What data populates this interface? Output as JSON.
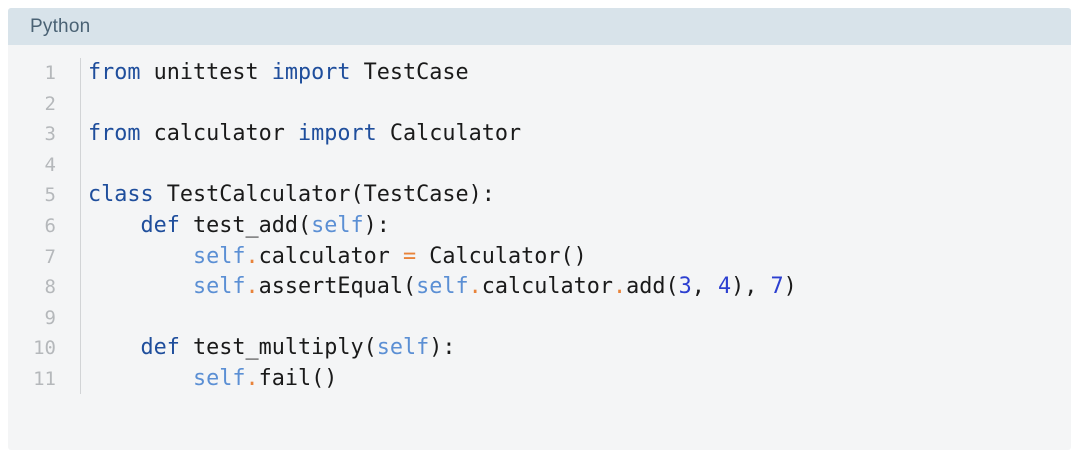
{
  "panel": {
    "language_label": "Python",
    "header_bg": "#d8e3ea",
    "body_bg": "#f4f5f6",
    "header_text_color": "#4a6274"
  },
  "syntax_colors": {
    "keyword": "#1f4e9c",
    "self": "#5b8fd4",
    "operator": "#e8833a",
    "number": "#2c3fd0",
    "plain": "#1a1a1a",
    "line_number": "#b5b8bb"
  },
  "code": {
    "language": "python",
    "line_count": 11,
    "plain_text": "from unittest import TestCase\n\nfrom calculator import Calculator\n\nclass TestCalculator(TestCase):\n    def test_add(self):\n        self.calculator = Calculator()\n        self.assertEqual(self.calculator.add(3, 4), 7)\n\n    def test_multiply(self):\n        self.fail()",
    "lines": [
      {
        "number": "1",
        "text": "from unittest import TestCase",
        "tokens": [
          {
            "t": "from",
            "c": "kw"
          },
          {
            "t": " unittest ",
            "c": "plain"
          },
          {
            "t": "import",
            "c": "kw"
          },
          {
            "t": " TestCase",
            "c": "plain"
          }
        ]
      },
      {
        "number": "2",
        "text": "",
        "tokens": []
      },
      {
        "number": "3",
        "text": "from calculator import Calculator",
        "tokens": [
          {
            "t": "from",
            "c": "kw"
          },
          {
            "t": " calculator ",
            "c": "plain"
          },
          {
            "t": "import",
            "c": "kw"
          },
          {
            "t": " Calculator",
            "c": "plain"
          }
        ]
      },
      {
        "number": "4",
        "text": "",
        "tokens": []
      },
      {
        "number": "5",
        "text": "class TestCalculator(TestCase):",
        "tokens": [
          {
            "t": "class",
            "c": "kw"
          },
          {
            "t": " TestCalculator(TestCase):",
            "c": "plain"
          }
        ]
      },
      {
        "number": "6",
        "text": "    def test_add(self):",
        "tokens": [
          {
            "t": "    ",
            "c": "plain"
          },
          {
            "t": "def",
            "c": "kw"
          },
          {
            "t": " test_add(",
            "c": "plain"
          },
          {
            "t": "self",
            "c": "self"
          },
          {
            "t": "):",
            "c": "plain"
          }
        ]
      },
      {
        "number": "7",
        "text": "        self.calculator = Calculator()",
        "tokens": [
          {
            "t": "        ",
            "c": "plain"
          },
          {
            "t": "self",
            "c": "self"
          },
          {
            "t": ".",
            "c": "op"
          },
          {
            "t": "calculator ",
            "c": "plain"
          },
          {
            "t": "=",
            "c": "op"
          },
          {
            "t": " Calculator()",
            "c": "plain"
          }
        ]
      },
      {
        "number": "8",
        "text": "        self.assertEqual(self.calculator.add(3, 4), 7)",
        "tokens": [
          {
            "t": "        ",
            "c": "plain"
          },
          {
            "t": "self",
            "c": "self"
          },
          {
            "t": ".",
            "c": "op"
          },
          {
            "t": "assertEqual(",
            "c": "plain"
          },
          {
            "t": "self",
            "c": "self"
          },
          {
            "t": ".",
            "c": "op"
          },
          {
            "t": "calculator",
            "c": "plain"
          },
          {
            "t": ".",
            "c": "op"
          },
          {
            "t": "add(",
            "c": "plain"
          },
          {
            "t": "3",
            "c": "num"
          },
          {
            "t": ", ",
            "c": "plain"
          },
          {
            "t": "4",
            "c": "num"
          },
          {
            "t": "), ",
            "c": "plain"
          },
          {
            "t": "7",
            "c": "num"
          },
          {
            "t": ")",
            "c": "plain"
          }
        ]
      },
      {
        "number": "9",
        "text": "",
        "tokens": []
      },
      {
        "number": "10",
        "text": "    def test_multiply(self):",
        "tokens": [
          {
            "t": "    ",
            "c": "plain"
          },
          {
            "t": "def",
            "c": "kw"
          },
          {
            "t": " test_multiply(",
            "c": "plain"
          },
          {
            "t": "self",
            "c": "self"
          },
          {
            "t": "):",
            "c": "plain"
          }
        ]
      },
      {
        "number": "11",
        "text": "        self.fail()",
        "tokens": [
          {
            "t": "        ",
            "c": "plain"
          },
          {
            "t": "self",
            "c": "self"
          },
          {
            "t": ".",
            "c": "op"
          },
          {
            "t": "fail()",
            "c": "plain"
          }
        ]
      }
    ]
  }
}
